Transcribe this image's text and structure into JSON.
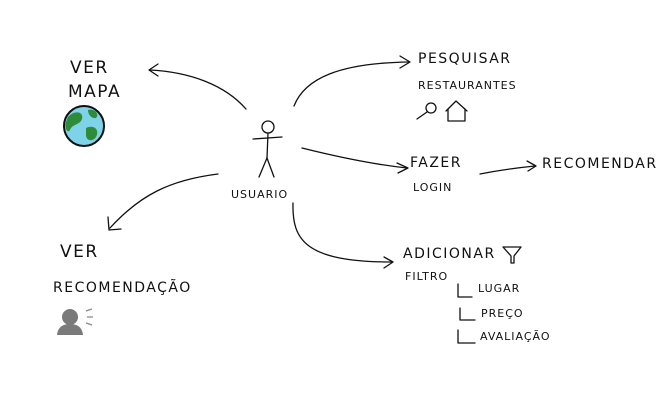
{
  "diagram": {
    "actor": {
      "label": "USUARIO"
    },
    "nodes": {
      "ver_mapa": {
        "line1": "VER",
        "line2": "MAPA",
        "icon": "globe-icon"
      },
      "pesquisar": {
        "line1": "PESQUISAR",
        "line2": "RESTAURANTES",
        "icons": [
          "magnifier-icon",
          "house-icon"
        ]
      },
      "fazer_login": {
        "line1": "FAZER",
        "line2": "LOGIN"
      },
      "recomendar": {
        "label": "RECOMENDAR"
      },
      "ver_recomendacao": {
        "line1": "VER",
        "line2": "RECOMENDAÇÃO",
        "icon": "speaking-person-icon"
      },
      "adicionar_filtro": {
        "line1": "ADICIONAR",
        "line2": "FILTRO",
        "icon": "funnel-icon",
        "options": [
          "LUGAR",
          "PREÇO",
          "AVALIAÇÃO"
        ]
      }
    },
    "colors": {
      "ink": "#111111",
      "globe_water": "#7fd3e8",
      "globe_land": "#2e8b3a",
      "person_gray": "#7a7a7a"
    }
  }
}
